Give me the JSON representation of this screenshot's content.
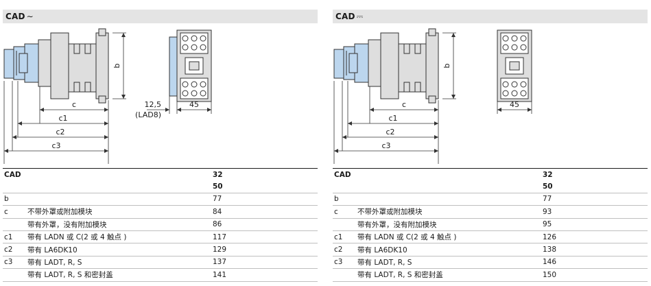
{
  "panels": [
    {
      "title": "CAD",
      "symbol": "∼",
      "drawing": {
        "dim_c": "c",
        "dim_c1": "c1",
        "dim_c2": "c2",
        "dim_c3": "c3",
        "dim_b": "b",
        "dim_offset": "12,5",
        "dim_offset_note": "(LAD8)",
        "dim_width": "45"
      },
      "table": {
        "header_code": "CAD",
        "header_value_1": "32",
        "header_value_2": "50",
        "rows": [
          {
            "code": "b",
            "desc": "",
            "value": "77"
          },
          {
            "code": "c",
            "desc": "不带外罩或附加模块",
            "value": "84"
          },
          {
            "code": "",
            "desc": "带有外罩，没有附加模块",
            "value": "86"
          },
          {
            "code": "c1",
            "desc": "带有 LADN 或 C(2 或 4 触点 )",
            "value": "117"
          },
          {
            "code": "c2",
            "desc": "带有 LA6DK10",
            "value": "129"
          },
          {
            "code": "c3",
            "desc": "带有 LADT, R, S",
            "value": "137"
          },
          {
            "code": "",
            "desc": "带有 LADT, R, S 和密封盖",
            "value": "141"
          }
        ]
      }
    },
    {
      "title": "CAD",
      "symbol": "⎓",
      "drawing": {
        "dim_c": "c",
        "dim_c1": "c1",
        "dim_c2": "c2",
        "dim_c3": "c3",
        "dim_b": "b",
        "dim_width": "45"
      },
      "table": {
        "header_code": "CAD",
        "header_value_1": "32",
        "header_value_2": "50",
        "rows": [
          {
            "code": "b",
            "desc": "",
            "value": "77"
          },
          {
            "code": "c",
            "desc": "不带外罩或附加模块",
            "value": "93"
          },
          {
            "code": "",
            "desc": "带有外罩，没有附加模块",
            "value": "95"
          },
          {
            "code": "c1",
            "desc": "带有 LADN 或 C(2 或 4 触点 )",
            "value": "126"
          },
          {
            "code": "c2",
            "desc": "带有 LA6DK10",
            "value": "138"
          },
          {
            "code": "c3",
            "desc": "带有 LADT, R, S",
            "value": "146"
          },
          {
            "code": "",
            "desc": "带有 LADT, R, S 和密封盖",
            "value": "150"
          }
        ]
      }
    }
  ],
  "colors": {
    "title_bar": "#e4e4e4",
    "front_module": "#bcd6ee",
    "body": "#dedede",
    "line": "#333333"
  }
}
